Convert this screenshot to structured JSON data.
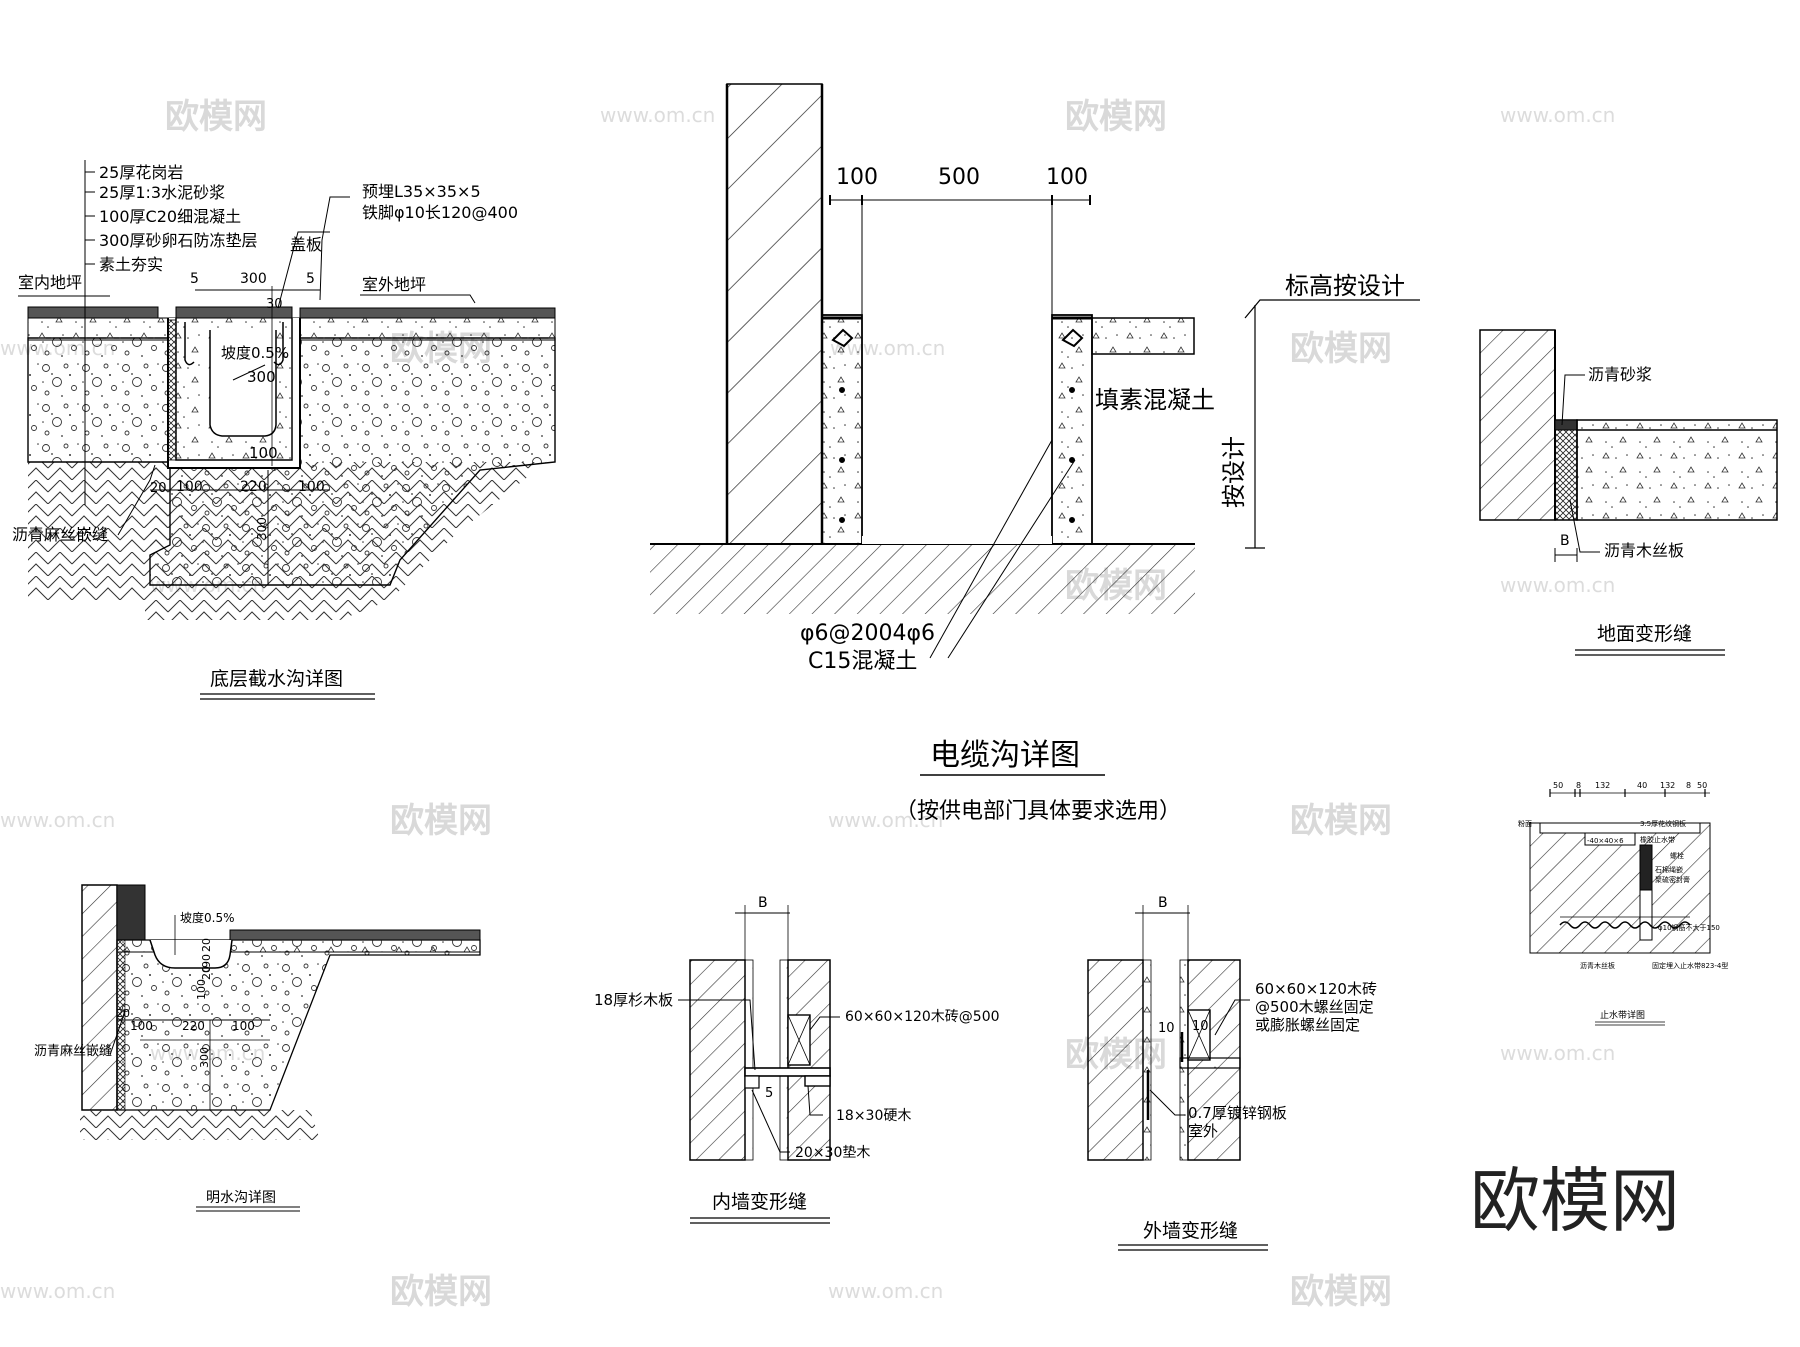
{
  "colors": {
    "line": "#000000",
    "hatch": "#333333",
    "watermark": "#d9d9d9"
  },
  "watermark": {
    "brand": "欧模网",
    "url": "www.om.cn"
  },
  "d1": {
    "title": "底层截水沟详图",
    "layers": [
      "25厚花岗岩",
      "25厚1:3水泥砂浆",
      "100厚C20细混凝土",
      "300厚砂卵石防冻垫层",
      "素土夯实"
    ],
    "indoor": "室内地坪",
    "outdoor": "室外地坪",
    "cover": "盖板",
    "embed1": "预埋L35×35×5",
    "embed2": "铁脚φ10长120@400",
    "dim_5a": "5",
    "dim_300": "300",
    "dim_5b": "5",
    "dim_30": "30",
    "slope": "坡度0.5%",
    "dim_300b": "300",
    "dim_100": "100",
    "dim_20": "20",
    "dim_100a": "100",
    "dim_220": "220",
    "dim_100b": "100",
    "dim_300v": "300",
    "joint": "沥青麻丝嵌缝"
  },
  "d2": {
    "title": "电缆沟详图",
    "subtitle": "（按供电部门具体要求选用）",
    "dim_a": "100",
    "dim_b": "500",
    "dim_c": "100",
    "elev": "标高按设计",
    "fill": "填素混凝土",
    "design": "按设计",
    "rebar": "φ6@2004φ6",
    "concrete": "C15混凝土"
  },
  "d3": {
    "title": "地面变形缝",
    "asphalt": "沥青砂浆",
    "board": "沥青木丝板",
    "b": "B"
  },
  "d4": {
    "title": "明水沟详图",
    "slope": "坡度0.5%",
    "d20a": "20",
    "d90": "90",
    "d20b": "20",
    "d100": "100",
    "d20c": "20",
    "d100a": "100",
    "d220": "220",
    "d100b": "100",
    "d300": "300",
    "joint": "沥青麻丝嵌缝"
  },
  "d5": {
    "title": "内墙变形缝",
    "b": "B",
    "wood": "18厚杉木板",
    "brick": "60×60×120木砖@500",
    "hard": "18×30硬木",
    "pad": "20×30垫木",
    "d5": "5"
  },
  "d6": {
    "title": "外墙变形缝",
    "b": "B",
    "brick": "60×60×120木砖",
    "screw1": "@500木螺丝固定",
    "screw2": "或膨胀螺丝固定",
    "d10a": "10",
    "d10b": "10",
    "steel": "0.7厚镀锌钢板",
    "out": "室外"
  },
  "d7": {
    "title": "止水带详图",
    "dims": [
      "50",
      "8",
      "132",
      "40",
      "132",
      "8",
      "50"
    ],
    "plate": "3.5厚花纹钢板",
    "paint": "粉面",
    "stop": "橡胶止水带",
    "angle": "-40×40×6",
    "anchor": "螺栓",
    "fire": "石棉绳嵌",
    "seal": "聚硫密封膏",
    "sand": "沥青木丝板",
    "fix": "固定埋入止水带823-4型",
    "bolt": "φ10钢筋不大于150"
  }
}
